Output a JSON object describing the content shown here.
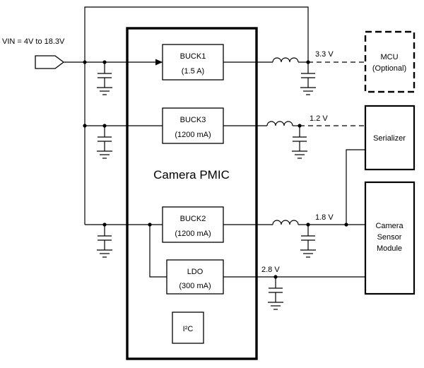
{
  "input": {
    "label": "VIN = 4V to 18.3V"
  },
  "pmic": {
    "label": "Camera PMIC",
    "buck1": {
      "name": "BUCK1",
      "rating": "(1.5 A)"
    },
    "buck3": {
      "name": "BUCK3",
      "rating": "(1200 mA)"
    },
    "buck2": {
      "name": "BUCK2",
      "rating": "(1200 mA)"
    },
    "ldo": {
      "name": "LDO",
      "rating": "(300 mA)"
    },
    "i2c": {
      "name": "I²C"
    }
  },
  "rails": {
    "v3_3": {
      "label": "3.3 V"
    },
    "v1_2": {
      "label": "1.2 V"
    },
    "v1_8": {
      "label": "1.8 V"
    },
    "v2_8": {
      "label": "2.8 V"
    }
  },
  "loads": {
    "mcu": {
      "name": "MCU",
      "note": "(Optional)"
    },
    "serializer": {
      "name": "Serializer"
    },
    "camera_sensor": {
      "line1": "Camera",
      "line2": "Sensor",
      "line3": "Module"
    }
  },
  "colors": {
    "line": "#000000",
    "background": "#ffffff"
  }
}
